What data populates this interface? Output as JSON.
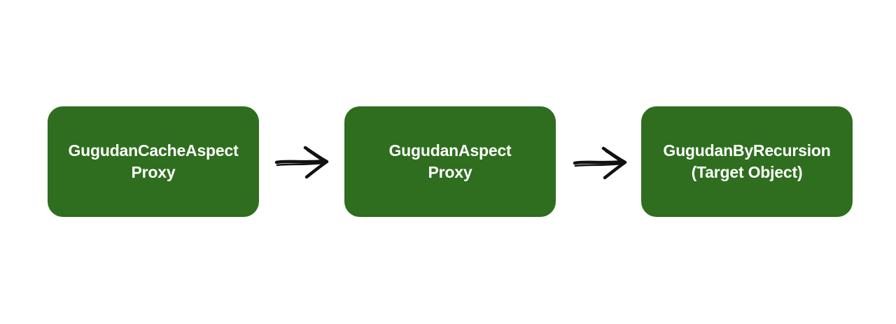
{
  "diagram": {
    "nodes": [
      {
        "line1": "GugudanCacheAspect",
        "line2": "Proxy"
      },
      {
        "line1": "GugudanAspect",
        "line2": "Proxy"
      },
      {
        "line1": "GugudanByRecursion",
        "line2": "(Target Object)"
      }
    ],
    "colors": {
      "node_fill": "#2e6e1e",
      "node_text": "#ffffff",
      "arrow": "#111111",
      "background": "#ffffff"
    }
  }
}
